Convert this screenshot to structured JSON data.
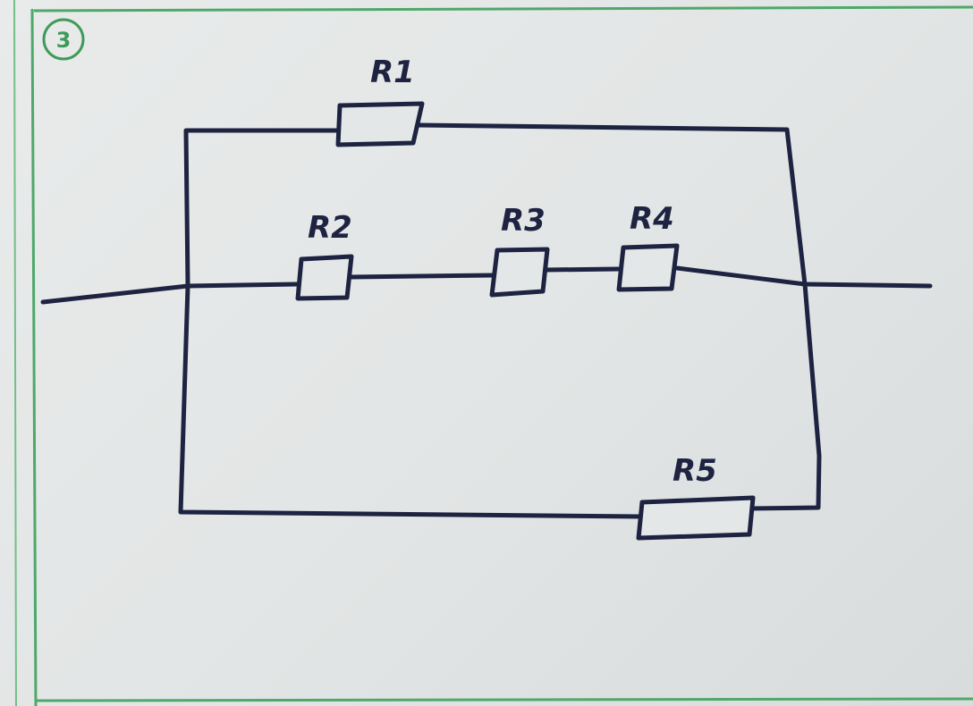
{
  "problem_number": "3",
  "resistors": {
    "r1": "R1",
    "r2": "R2",
    "r3": "R3",
    "r4": "R4",
    "r5": "R5"
  },
  "colors": {
    "ink": "#1d2340",
    "frame": "#4fa86a",
    "paper": "#e4e7e7"
  }
}
